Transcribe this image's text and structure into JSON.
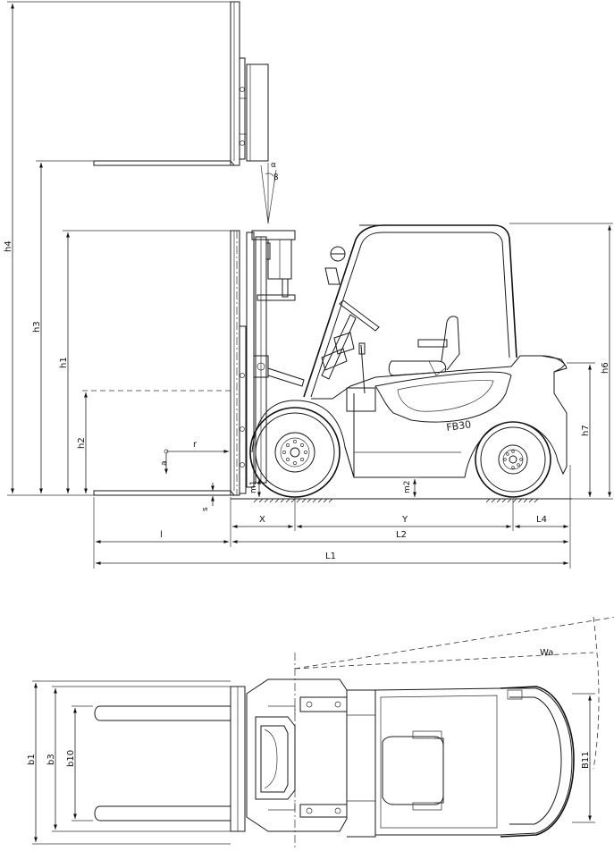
{
  "model": "FB30",
  "labels": {
    "h4": "h4",
    "h3": "h3",
    "h1": "h1",
    "h2": "h2",
    "h6": "h6",
    "h7": "h7",
    "m2": "m2",
    "m1": "m1",
    "s": "s",
    "a": "a",
    "r": "r",
    "alpha": "α",
    "beta": "β",
    "x": "X",
    "y": "Y",
    "l4": "L4",
    "l": "l",
    "l2": "L2",
    "l1": "L1",
    "wa": "Wa",
    "b1": "b1",
    "b3": "b3",
    "b10": "b10",
    "b11": "B11"
  }
}
